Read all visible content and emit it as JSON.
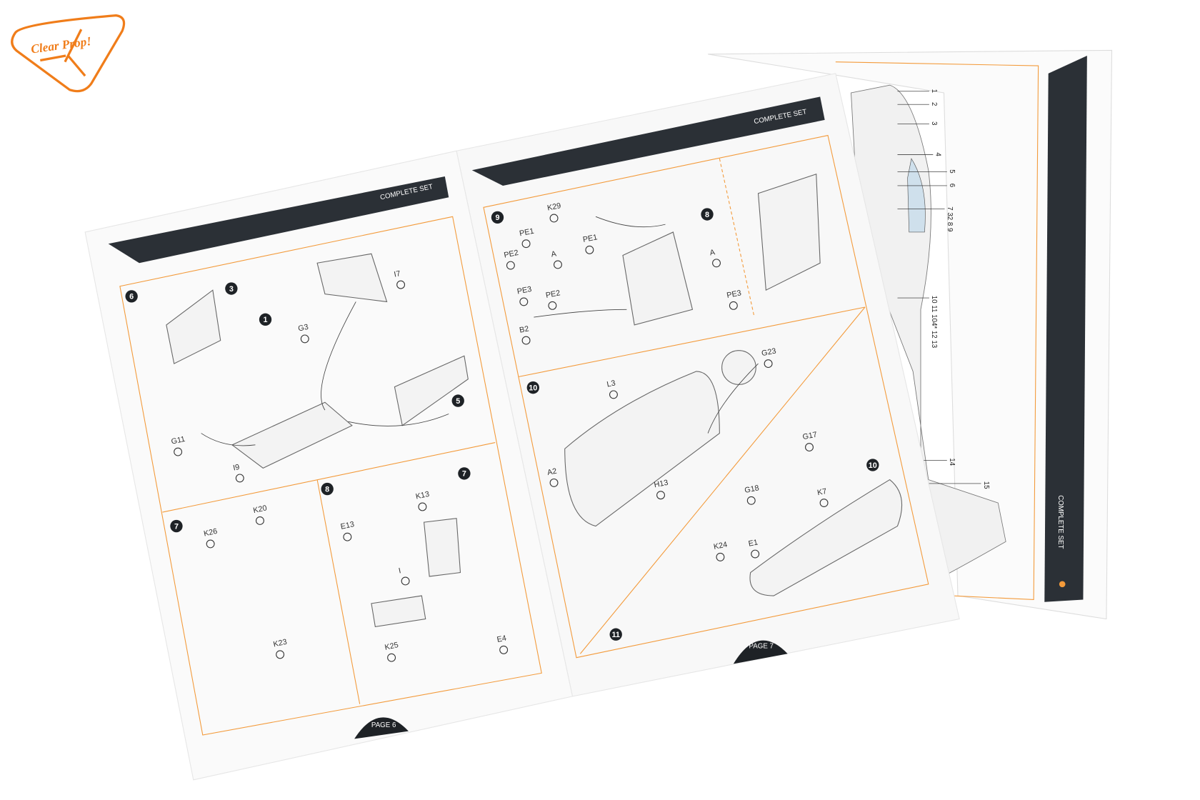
{
  "logo": {
    "text": "Clear Prop!",
    "color": "#f07d1a"
  },
  "colors": {
    "accent": "#f39a3a",
    "header_dark": "#2b3036",
    "paper": "#fafafa",
    "canopy": "#cfe0ec"
  },
  "left_page": {
    "header": "COMPLETE SET",
    "page_label": "PAGE 6",
    "step_numbers": [
      "6",
      "3",
      "1",
      "5",
      "7",
      "8",
      "7"
    ],
    "part_labels": [
      "I7",
      "G3",
      "G11",
      "I9",
      "K20",
      "K26",
      "K23",
      "E13",
      "K13",
      "I",
      "K25",
      "E4"
    ]
  },
  "right_page": {
    "header": "COMPLETE SET",
    "page_label": "PAGE 7",
    "step_numbers": [
      "9",
      "8",
      "10",
      "10",
      "11"
    ],
    "part_labels": [
      "K29",
      "PE1",
      "PE1",
      "PE2",
      "PE2",
      "A",
      "A",
      "PE3",
      "PE3",
      "B2",
      "L3",
      "G23",
      "A2",
      "H13",
      "G17",
      "G18",
      "K7",
      "K24",
      "E1"
    ]
  },
  "back_sheet": {
    "side_label": "COMPLETE SET",
    "callouts": [
      "1",
      "2",
      "3",
      "4",
      "5",
      "6",
      "7 32 8 9",
      "10 11 104* 12 13",
      "14",
      "15"
    ]
  }
}
